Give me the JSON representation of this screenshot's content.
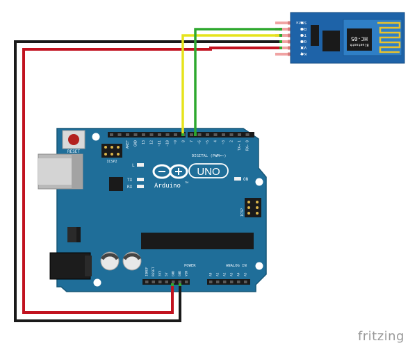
{
  "board": {
    "reset_label": "RESET",
    "icsp2_label": "ICSP2",
    "icsp_label": "ICSP",
    "l_label": "L",
    "tx_label": "TX",
    "rx_label": "RX",
    "on_label": "ON",
    "uno_label": "UNO",
    "arduino_label": "Arduino",
    "tm_label": "TM",
    "digital_label": "DIGITAL (PWM=~)",
    "power_label": "POWER",
    "analog_label": "ANALOG IN",
    "digital_pins": [
      "AREF",
      "GND",
      "13",
      "12",
      "~11",
      "~10",
      "~9",
      "8",
      "7",
      "~6",
      "~5",
      "4",
      "~3",
      "2",
      "TX→ 1",
      "RX← 0"
    ],
    "power_pins": [
      "IOREF",
      "RESET",
      "3V3",
      "5V",
      "GND",
      "GND",
      "VIN"
    ],
    "analog_pins": [
      "A0",
      "A1",
      "A2",
      "A3",
      "A4",
      "A5"
    ]
  },
  "module": {
    "name": "HC-05",
    "subtitle": "Bluetooth",
    "pins": [
      "State",
      "RXD",
      "TXD",
      "GND",
      "VCC",
      "Key"
    ]
  },
  "wires": [
    {
      "name": "vcc-wire",
      "color": "#c1121f"
    },
    {
      "name": "gnd-wire",
      "color": "#1a1a1a"
    },
    {
      "name": "txd-wire",
      "color": "#e6e31c"
    },
    {
      "name": "rxd-wire",
      "color": "#2ea82e"
    }
  ],
  "watermark": "fritzing"
}
